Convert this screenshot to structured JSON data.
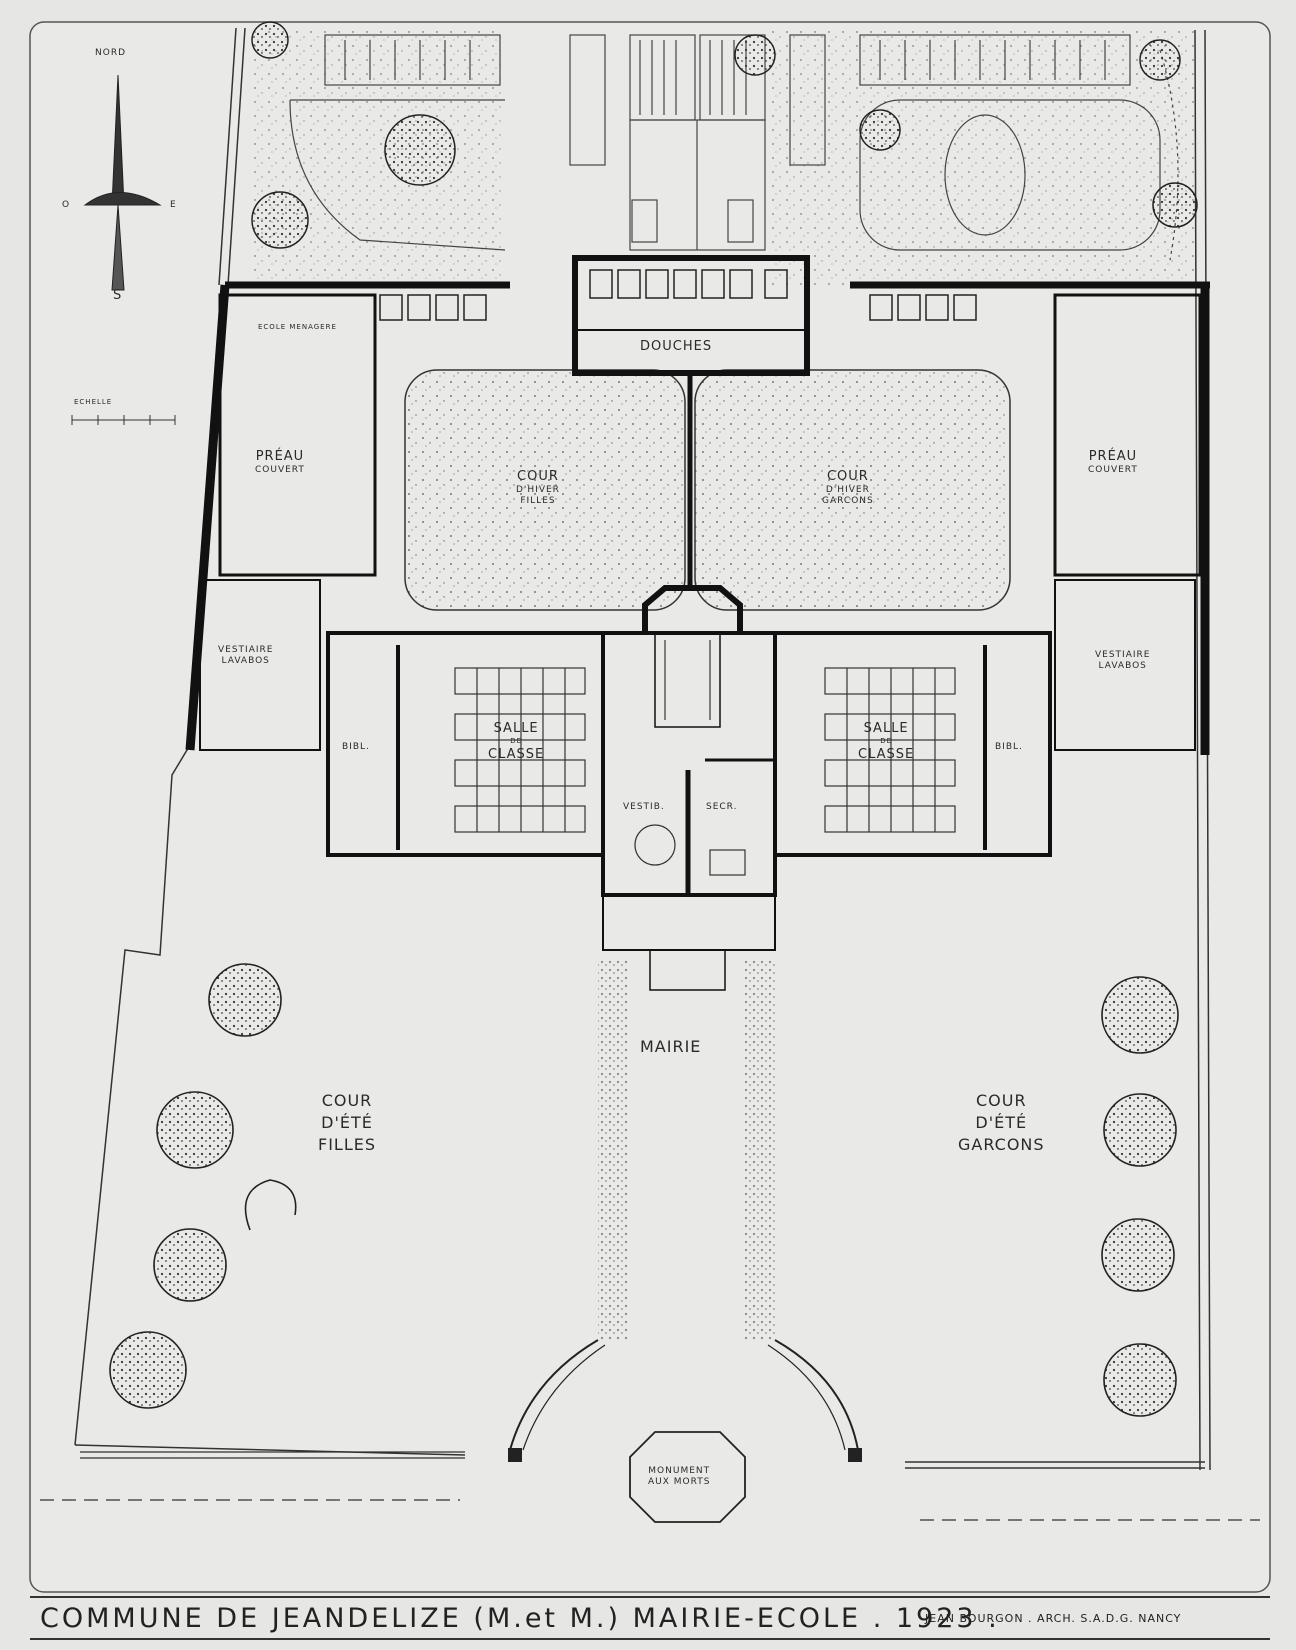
{
  "compass": {
    "north": "NORD",
    "west": "O",
    "east": "E",
    "south": "S"
  },
  "scale": {
    "label": "ECHELLE"
  },
  "rooms": {
    "douches": "DOUCHES",
    "ecole_menagere": "ECOLE MENAGERE",
    "preau_left": [
      "PRÉAU",
      "COUVERT"
    ],
    "preau_right": [
      "PRÉAU",
      "COUVERT"
    ],
    "cour_hiver_filles": [
      "COUR",
      "D'HIVER",
      "FILLES"
    ],
    "cour_hiver_garcons": [
      "COUR",
      "D'HIVER",
      "GARCONS"
    ],
    "vestiaire_left": [
      "VESTIAIRE",
      "LAVABOS"
    ],
    "vestiaire_right": [
      "VESTIAIRE",
      "LAVABOS"
    ],
    "bibl_left": "BIBL.",
    "bibl_right": "BIBL.",
    "salle_left": [
      "SALLE",
      "DE",
      "CLASSE"
    ],
    "salle_right": [
      "SALLE",
      "DE",
      "CLASSE"
    ],
    "vestib": "VESTIB.",
    "secr": "SECR.",
    "mairie": "MAIRIE",
    "cour_ete_filles": [
      "COUR",
      "D'ÉTÉ",
      "FILLES"
    ],
    "cour_ete_garcons": [
      "COUR",
      "D'ÉTÉ",
      "GARCONS"
    ],
    "monument": [
      "MONUMENT",
      "AUX MORTS"
    ]
  },
  "title": {
    "main": "COMMUNE DE JEANDELIZE (M.et M.) MAIRIE-ECOLE . 1923 .",
    "credit": "JEAN BOURGON . ARCH. S.A.D.G. NANCY"
  }
}
